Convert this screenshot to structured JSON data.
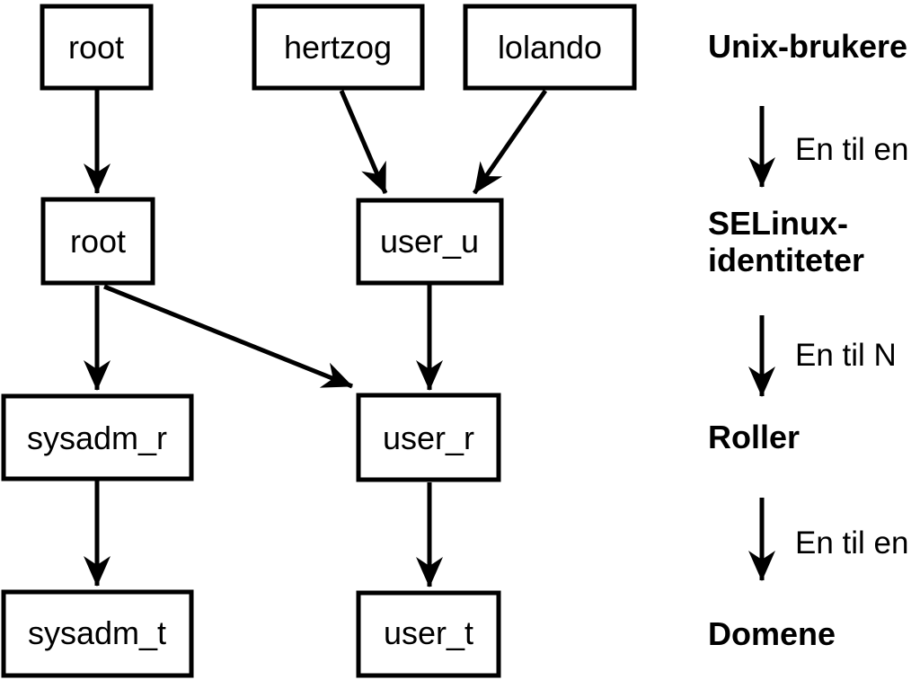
{
  "diagram": {
    "title_hint": "Unix users mapped to SELinux identities, roles and domains",
    "colors": {
      "background": "#ffffff",
      "stroke": "#000000",
      "text": "#000000"
    },
    "nodes": {
      "unix_root": "root",
      "unix_hertzog": "hertzog",
      "unix_lolando": "lolando",
      "selinux_root": "root",
      "selinux_user_u": "user_u",
      "roles_sysadm_r": "sysadm_r",
      "roles_user_r": "user_r",
      "domains_sysadm_t": "sysadm_t",
      "domains_user_t": "user_t"
    },
    "edges": [
      {
        "from": "unix_root",
        "to": "selinux_root"
      },
      {
        "from": "unix_hertzog",
        "to": "selinux_user_u"
      },
      {
        "from": "unix_lolando",
        "to": "selinux_user_u"
      },
      {
        "from": "selinux_root",
        "to": "roles_sysadm_r"
      },
      {
        "from": "selinux_root",
        "to": "roles_user_r"
      },
      {
        "from": "selinux_user_u",
        "to": "roles_user_r"
      },
      {
        "from": "roles_sysadm_r",
        "to": "domains_sysadm_t"
      },
      {
        "from": "roles_user_r",
        "to": "domains_user_t"
      }
    ],
    "legend": {
      "levels": [
        {
          "label": "Unix-brukere"
        },
        {
          "label": "SELinux-identiteter",
          "line1": "SELinux-",
          "line2": "identiteter"
        },
        {
          "label": "Roller"
        },
        {
          "label": "Domene"
        }
      ],
      "arrow_labels": [
        "En til en",
        "En til N",
        "En til en"
      ]
    }
  }
}
